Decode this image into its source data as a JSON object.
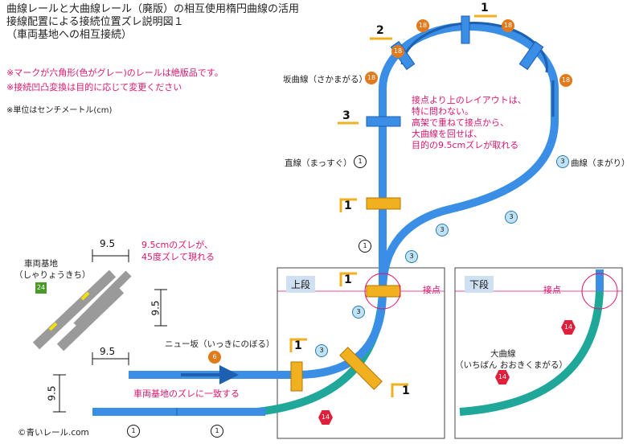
{
  "title_lines": [
    "曲線レールと大曲線レール（廃版）の相互使用楕円曲線の活用",
    "接線配置による接続位置ズレ説明図１",
    "（車両基地への相互接続）"
  ],
  "notes_red": [
    "※マークが六角形(色がグレー)のレールは絶版品です。",
    "※接続凹凸変換は目的に応じて変更ください"
  ],
  "note_unit": "※単位はセンチメートル(cm)",
  "labels": {
    "slope_curve": "坂曲線（さかまがる）",
    "straight": "直線（まっすぐ）",
    "curve": "曲線（まがり）",
    "depot_line1": "車両基地",
    "depot_line2": "（しゃりょうきち）",
    "new_slope": "ニュー坂（いっきにのぼる）",
    "big_curve_line1": "大曲線",
    "big_curve_line2": "（いちばん おおきくまがる）",
    "contact_point": "接点",
    "upper_level": "上段",
    "lower_level": "下段",
    "copyright": "©青いレール.com"
  },
  "annotations": {
    "offset_45": [
      "9.5cmのズレが、",
      "45度ズレて現れる"
    ],
    "depot_match": "車両基地のズレに一致する",
    "layout_note": [
      "接点より上のレイアウトは、",
      "特に問わない。",
      "高架で重ねて接点から、",
      "大曲線を回せば、",
      "目的の9.5cmズレが取れる"
    ]
  },
  "badges": {
    "slope": "18",
    "straight": "1",
    "curve": "3",
    "big_curve": "14",
    "depot": "24",
    "new_slope": "6"
  },
  "dimensions": {
    "offset": "9.5"
  },
  "pier_heights": [
    "1",
    "2",
    "3"
  ],
  "colors": {
    "rail_blue": "#3a8ee6",
    "rail_blue_dark": "#1d5fb0",
    "rail_teal": "#1fa79a",
    "rail_grey": "#9a9a9a",
    "pier_orange": "#f0b020",
    "badge_orange": "#e07a1a",
    "badge_red": "#e0203a",
    "badge_green": "#4a9a2a",
    "accent_pink": "#e0156e",
    "panel_title_bg": "#cfe0f3"
  }
}
